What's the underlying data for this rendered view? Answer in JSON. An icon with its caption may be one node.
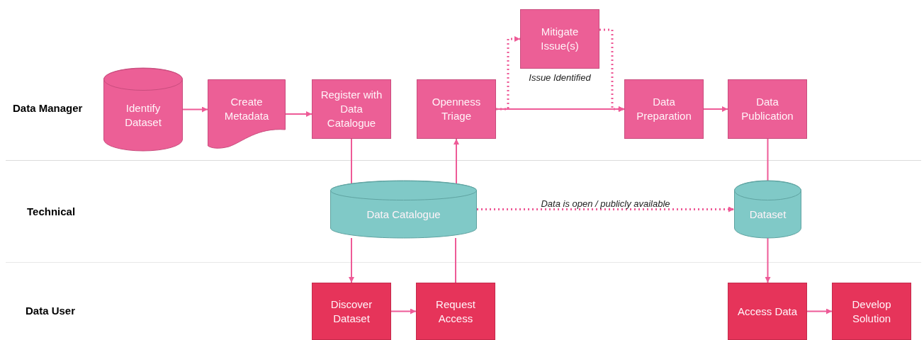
{
  "diagram": {
    "nodes": [
      {
        "text": [
          "Identify Dataset"
        ]
      },
      {
        "text": [
          "Create Metadata"
        ]
      },
      {
        "text": [
          "Register with Data Catalogue"
        ]
      },
      {
        "text": [
          "Openness Triage"
        ]
      },
      {
        "text": [
          "Mitigate Issue(s)"
        ],
        "beside": [
          "Issue Identified"
        ]
      },
      {
        "text": [
          "Data Preparation"
        ]
      },
      {
        "text": [
          "Data Publication"
        ]
      },
      {
        "text": [
          "Data Catalogue"
        ]
      },
      {
        "text": [
          "Dataset"
        ]
      },
      {
        "text": [
          "Discover Dataset"
        ]
      },
      {
        "text": [
          "Request Access"
        ]
      },
      {
        "text": [
          "Access Data"
        ]
      },
      {
        "text": [
          "Develop Solution"
        ]
      }
    ],
    "edges": [
      {
        "from": 0,
        "to": 1,
        "arrow": "to"
      },
      {
        "from": 1,
        "to": 2,
        "arrow": "to"
      },
      {
        "from": 2,
        "to": 7,
        "arrow": "none"
      },
      {
        "from": 7,
        "to": 9,
        "arrow": "to"
      },
      {
        "from": 9,
        "to": 10,
        "arrow": "to"
      },
      {
        "from": 10,
        "to": 7,
        "arrow": "none"
      },
      {
        "from": 7,
        "to": 3,
        "arrow": "to"
      },
      {
        "from": 3,
        "to": 5,
        "arrow": "to"
      },
      {
        "from": 3,
        "to": 4,
        "arrow": "to",
        "style": "dashed"
      },
      {
        "from": 4,
        "to": 5,
        "arrow": "to",
        "style": "dashed"
      },
      {
        "from": 5,
        "to": 6,
        "arrow": "to"
      },
      {
        "from": 6,
        "to": 8,
        "arrow": "none"
      },
      {
        "from": 7,
        "to": 8,
        "arrow": "to",
        "style": "dashed",
        "label": "Data is open / publicly available"
      },
      {
        "from": 8,
        "to": 11,
        "arrow": "to"
      },
      {
        "from": 11,
        "to": 12,
        "arrow": "to"
      }
    ],
    "labels": [
      "Data Manager",
      "Technical",
      "Data User"
    ]
  }
}
